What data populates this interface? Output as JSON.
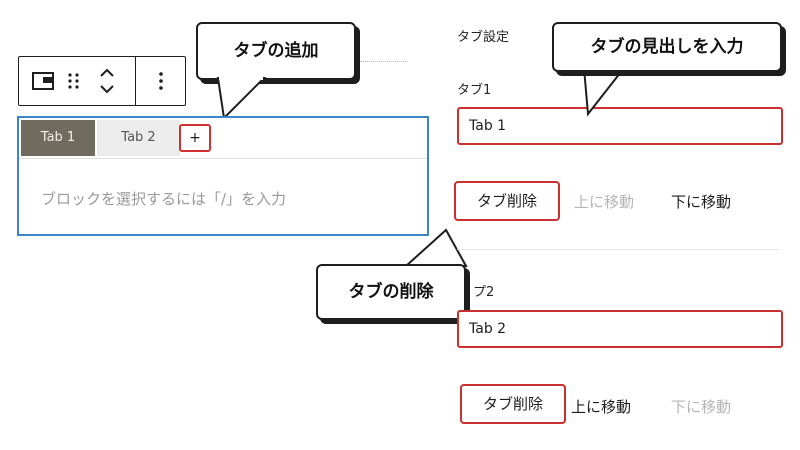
{
  "annotations": {
    "add_tab": "タブの追加",
    "edit_heading": "タブの見出しを入力",
    "delete_tab": "タブの削除"
  },
  "toolbar": {
    "icons": [
      "block-type-icon",
      "drag-handle-icon",
      "move-up-down-icon",
      "more-options-icon"
    ]
  },
  "tabs_block": {
    "tabs": [
      {
        "label": "Tab 1",
        "active": true
      },
      {
        "label": "Tab 2",
        "active": false
      }
    ],
    "add_label": "+",
    "placeholder": "ブロックを選択するには「/」を入力"
  },
  "settings": {
    "title": "タブ設定",
    "tabs": [
      {
        "label": "タブ1",
        "value": "Tab 1",
        "delete": "タブ削除",
        "move_up": "上に移動",
        "move_down": "下に移動",
        "move_up_enabled": false,
        "move_down_enabled": true
      },
      {
        "label": "プ2",
        "value": "Tab 2",
        "delete": "タブ削除",
        "move_up": "上に移動",
        "move_down": "下に移動",
        "move_up_enabled": true,
        "move_down_enabled": false
      }
    ]
  },
  "colors": {
    "highlight_red": "#c93030",
    "block_blue": "#3a86c8",
    "active_tab_bg": "#6f6b5e"
  }
}
